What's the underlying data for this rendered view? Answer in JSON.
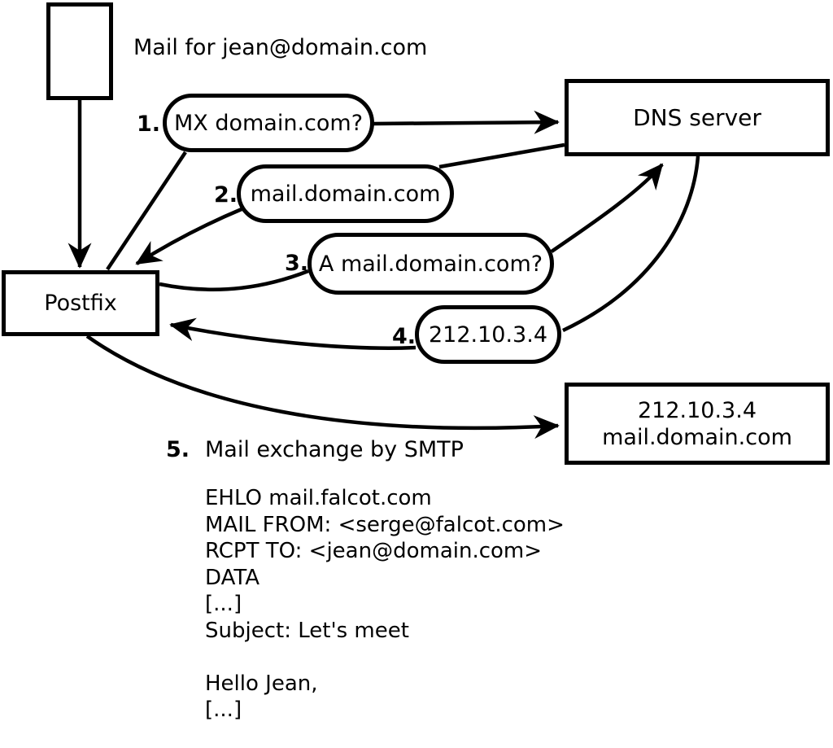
{
  "diagram": {
    "colors": {
      "ink": "#000000",
      "background": "#ffffff"
    },
    "intro_label": "Mail for jean@domain.com",
    "nodes": {
      "postfix": {
        "label": "Postfix"
      },
      "dns": {
        "label": "DNS server"
      },
      "destination": {
        "line1": "212.10.3.4",
        "line2": "mail.domain.com"
      }
    },
    "steps": [
      {
        "number": "1.",
        "label": "MX domain.com?",
        "type": "query"
      },
      {
        "number": "2.",
        "label": "mail.domain.com",
        "type": "response"
      },
      {
        "number": "3.",
        "label": "A mail.domain.com?",
        "type": "query"
      },
      {
        "number": "4.",
        "label": "212.10.3.4",
        "type": "response"
      },
      {
        "number": "5.",
        "label": "Mail exchange by SMTP",
        "type": "transfer"
      }
    ],
    "smtp_session": "EHLO mail.falcot.com\nMAIL FROM: <serge@falcot.com>\nRCPT TO: <jean@domain.com>\nDATA\n[...]\nSubject: Let's meet\n\nHello Jean,\n[...]\n\n."
  }
}
